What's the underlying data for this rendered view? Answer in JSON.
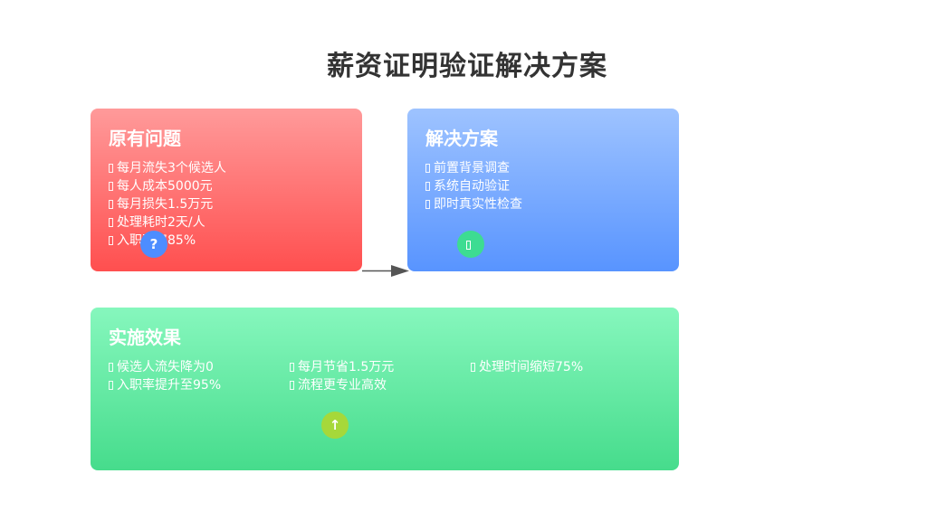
{
  "title": "薪资证明验证解决方案",
  "problem": {
    "title": "原有问题",
    "items": [
      "每月流失3个候选人",
      "每人成本5000元",
      "每月损失1.5万元",
      "处理耗时2天/人",
      "入职率仅85%"
    ],
    "badge_icon": "?"
  },
  "solution": {
    "title": "解决方案",
    "items": [
      "前置背景调查",
      "系统自动验证",
      "即时真实性检查"
    ],
    "badge_icon": "check-icon"
  },
  "effect": {
    "title": "实施效果",
    "items": [
      "候选人流失降为0",
      "每月节省1.5万元",
      "处理时间缩短75%",
      "入职率提升至95%",
      "流程更专业高效"
    ],
    "badge_icon": "↑"
  },
  "colors": {
    "problem_top": "#ff9a9a",
    "problem_bottom": "#ff4f4f",
    "solution_top": "#9ec3ff",
    "solution_bottom": "#5894ff",
    "effect_top": "#86f7bd",
    "effect_bottom": "#46dc8c",
    "badge_question": "#4d8dff",
    "badge_check": "#3ddc92",
    "badge_up": "#a6d83a",
    "arrow": "#555555"
  }
}
